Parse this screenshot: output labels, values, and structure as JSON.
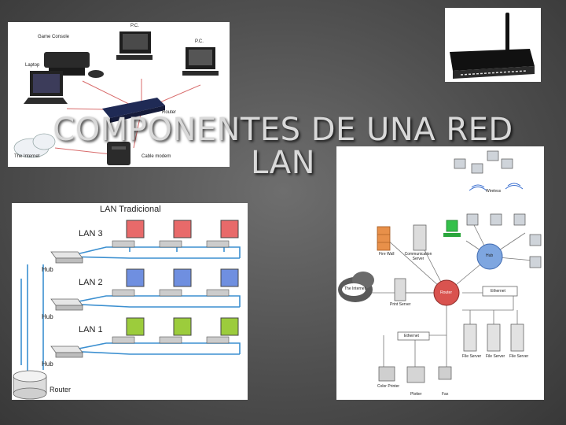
{
  "slide": {
    "title_line1": "COMPONENTES DE UNA RED",
    "title_line2": "LAN"
  },
  "home_diagram": {
    "pc_top": "P.C.",
    "game_console": "Game Console",
    "pc_right": "P.C.",
    "laptop": "Laptop",
    "router": "Router",
    "internet": "The Internet",
    "modem": "Cable modem"
  },
  "traditional": {
    "title": "LAN Tradicional",
    "lans": [
      "LAN 3",
      "LAN 2",
      "LAN 1"
    ],
    "hub": "Hub",
    "router": "Router",
    "colors": {
      "lan3": "#e86a6a",
      "lan2": "#6f8fe0",
      "lan1": "#9ccc3c",
      "cable": "#3b8fd0"
    }
  },
  "enterprise": {
    "wireless": "Wireless",
    "firewall": "Fire Wall",
    "comm_server": "Communication Server",
    "hub": "Hub",
    "internet": "The Internet",
    "router": "Router",
    "ethernet_right": "Ethernet",
    "print_server": "Print Server",
    "ethernet_bottom": "Ethernet",
    "file_servers": [
      "File Server",
      "File Server",
      "File Server"
    ],
    "color_printer": "Color Printer",
    "plotter": "Plotter",
    "fax": "Fax"
  }
}
